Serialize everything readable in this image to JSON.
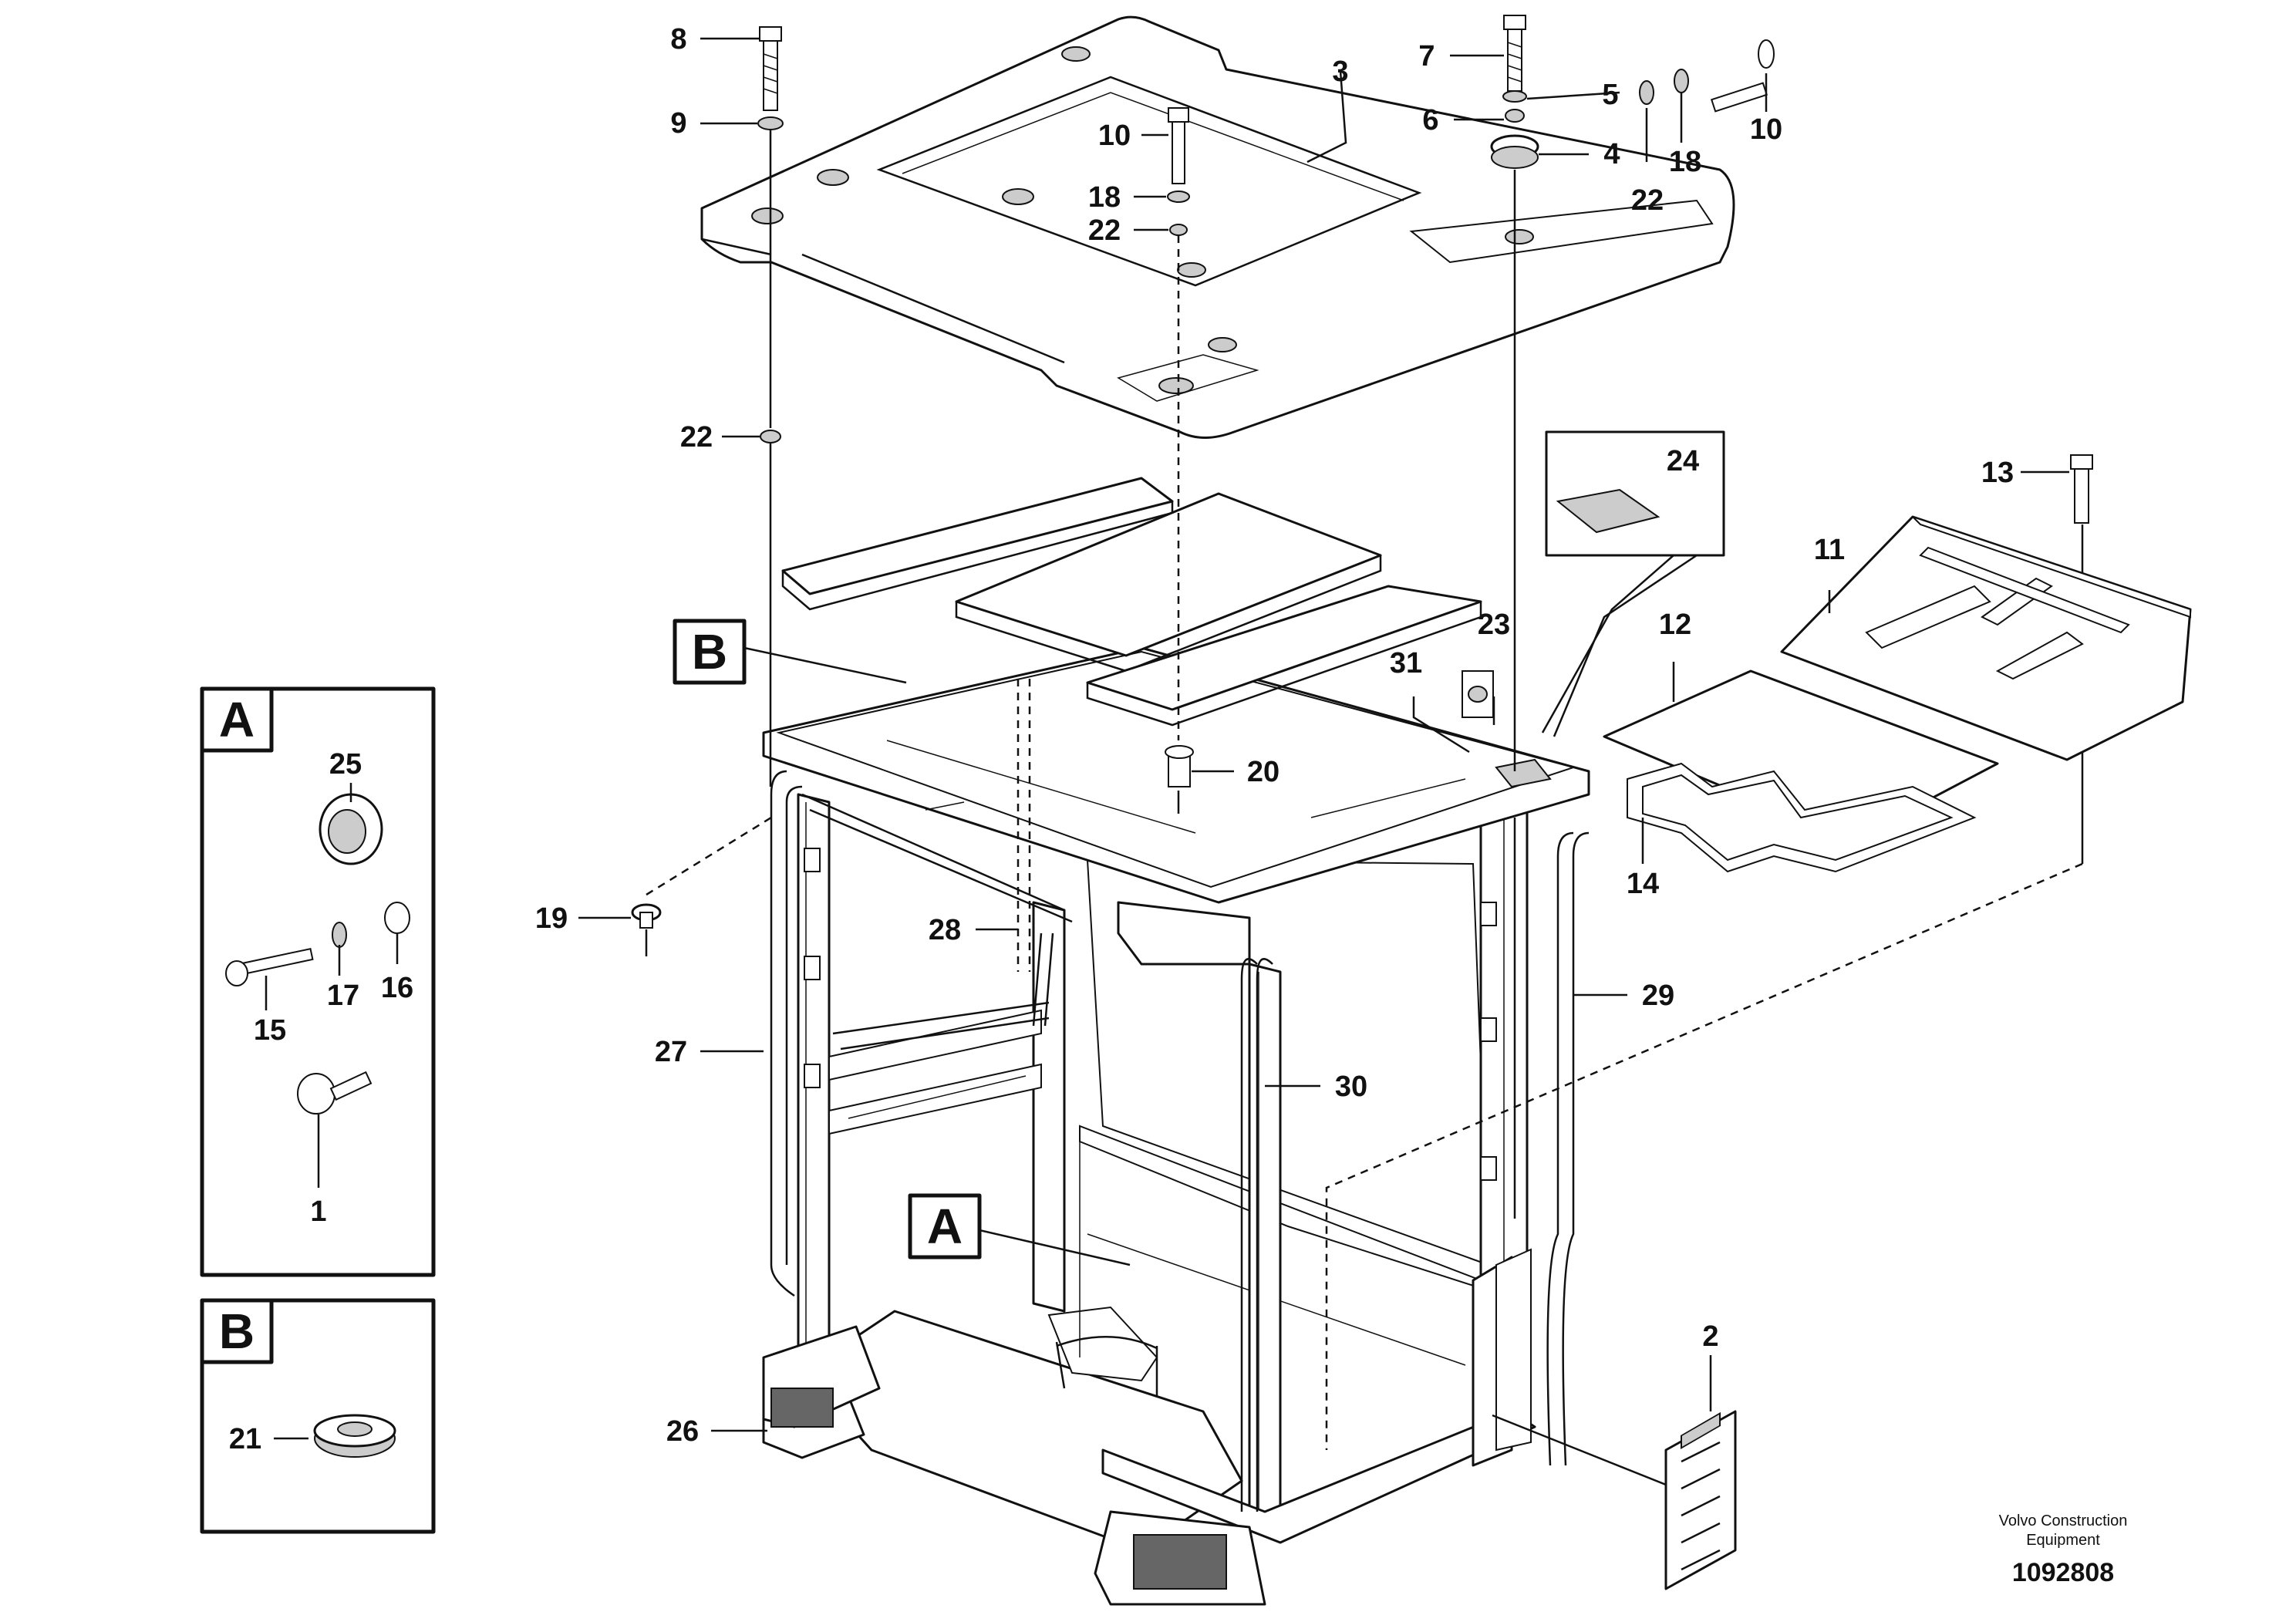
{
  "figure": {
    "callouts": [
      {
        "id": "c8",
        "text": "8"
      },
      {
        "id": "c9",
        "text": "9"
      },
      {
        "id": "c3",
        "text": "3"
      },
      {
        "id": "c10a",
        "text": "10"
      },
      {
        "id": "c18a",
        "text": "18"
      },
      {
        "id": "c22a",
        "text": "22"
      },
      {
        "id": "c7",
        "text": "7"
      },
      {
        "id": "c6",
        "text": "6"
      },
      {
        "id": "c5",
        "text": "5"
      },
      {
        "id": "c4",
        "text": "4"
      },
      {
        "id": "c22b",
        "text": "22"
      },
      {
        "id": "c18b",
        "text": "18"
      },
      {
        "id": "c10b",
        "text": "10"
      },
      {
        "id": "c22c",
        "text": "22"
      },
      {
        "id": "c24",
        "text": "24"
      },
      {
        "id": "c13",
        "text": "13"
      },
      {
        "id": "c11",
        "text": "11"
      },
      {
        "id": "c12",
        "text": "12"
      },
      {
        "id": "c23",
        "text": "23"
      },
      {
        "id": "c31",
        "text": "31"
      },
      {
        "id": "c20",
        "text": "20"
      },
      {
        "id": "c14",
        "text": "14"
      },
      {
        "id": "c19",
        "text": "19"
      },
      {
        "id": "c28",
        "text": "28"
      },
      {
        "id": "c29",
        "text": "29"
      },
      {
        "id": "c27",
        "text": "27"
      },
      {
        "id": "c30",
        "text": "30"
      },
      {
        "id": "c2",
        "text": "2"
      },
      {
        "id": "c26",
        "text": "26"
      },
      {
        "id": "c25",
        "text": "25"
      },
      {
        "id": "c15",
        "text": "15"
      },
      {
        "id": "c17",
        "text": "17"
      },
      {
        "id": "c16",
        "text": "16"
      },
      {
        "id": "c1",
        "text": "1"
      },
      {
        "id": "c21",
        "text": "21"
      }
    ],
    "detail_tags": {
      "b_main": "B",
      "a_main": "A",
      "a_box": "A",
      "b_box": "B"
    },
    "footer": {
      "brand_line1": "Volvo Construction",
      "brand_line2": "Equipment",
      "doc_number": "1092808"
    }
  }
}
